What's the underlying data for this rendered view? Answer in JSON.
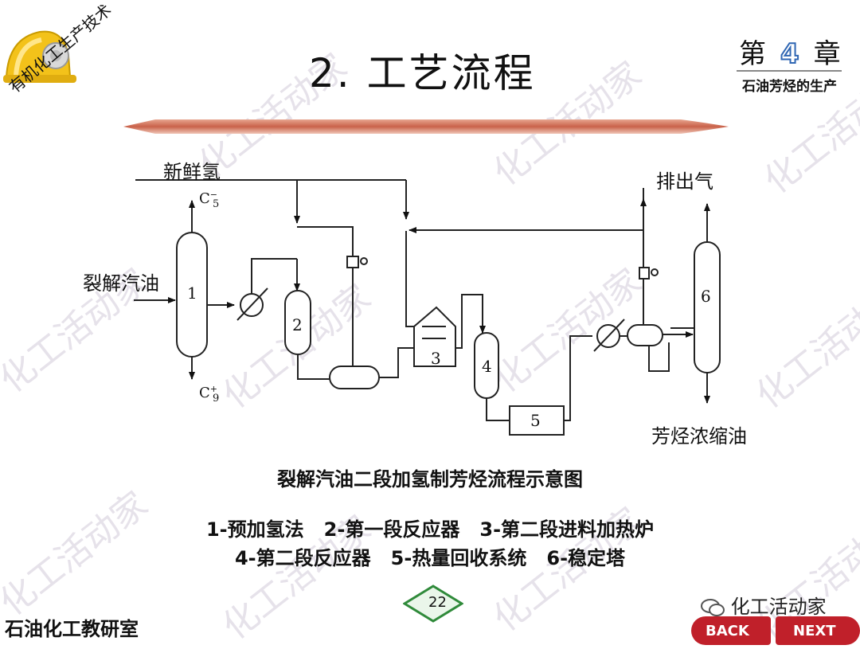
{
  "logo": {
    "text": "有机化工生产技术",
    "icon": "hard-hat-logo"
  },
  "title": "2. 工艺流程",
  "chapter": {
    "prefix": "第",
    "number": "4",
    "suffix": "章",
    "subtitle": "石油芳烃的生产"
  },
  "diagram": {
    "labels": {
      "fresh_hydrogen": "新鲜氢",
      "c5": "C",
      "c5_sub": "5",
      "c5_sup": "−",
      "c9": "C",
      "c9_sub": "9",
      "c9_sup": "+",
      "feed": "裂解汽油",
      "vent_gas": "排出气",
      "product": "芳烃浓缩油"
    },
    "units": [
      "1",
      "2",
      "3",
      "4",
      "5",
      "6"
    ]
  },
  "caption": "裂解汽油二段加氢制芳烃流程示意图",
  "legend": {
    "line1": "1-预加氢法   2-第一段反应器   3-第二段进料加热炉",
    "line2": "4-第二段反应器   5-热量回收系统   6-稳定塔"
  },
  "page_number": "22",
  "footer": "石油化工教研室",
  "wechat": {
    "icon": "wechat-icon",
    "name": "化工活动家"
  },
  "navigation": {
    "back": "BACK",
    "next": "NEXT"
  },
  "watermark": "化工活动家",
  "colors": {
    "accent_blue": "#2f66b3",
    "pencil_red": "#c9624a",
    "page_green": "#2f8a3a",
    "nav_red": "#c0202a",
    "logo_yellow": "#f3c21a"
  }
}
